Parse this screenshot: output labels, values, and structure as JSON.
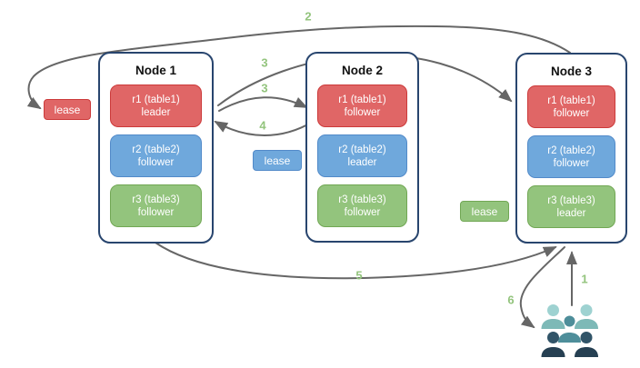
{
  "colors": {
    "red_fill": "#E06666",
    "red_border": "#CC3A3A",
    "blue_fill": "#6FA8DC",
    "blue_border": "#528AC9",
    "green_fill": "#93C47D",
    "green_border": "#71A754",
    "node_border": "#28456E",
    "arrow": "#666666",
    "step_label": "#93C47D",
    "users_light": "#8FC6C4",
    "users_mid": "#4E8E9A",
    "users_dark": "#2B4A5E"
  },
  "nodes": [
    {
      "title": "Node 1",
      "replicas": [
        {
          "range": "r1 (table1)",
          "role": "leader",
          "color": "red"
        },
        {
          "range": "r2 (table2)",
          "role": "follower",
          "color": "blue"
        },
        {
          "range": "r3 (table3)",
          "role": "follower",
          "color": "green"
        }
      ]
    },
    {
      "title": "Node 2",
      "replicas": [
        {
          "range": "r1 (table1)",
          "role": "follower",
          "color": "red"
        },
        {
          "range": "r2 (table2)",
          "role": "leader",
          "color": "blue"
        },
        {
          "range": "r3 (table3)",
          "role": "follower",
          "color": "green"
        }
      ]
    },
    {
      "title": "Node 3",
      "replicas": [
        {
          "range": "r1 (table1)",
          "role": "follower",
          "color": "red"
        },
        {
          "range": "r2 (table2)",
          "role": "follower",
          "color": "blue"
        },
        {
          "range": "r3 (table3)",
          "role": "leader",
          "color": "green"
        }
      ]
    }
  ],
  "leases": [
    {
      "text": "lease",
      "color": "red"
    },
    {
      "text": "lease",
      "color": "blue"
    },
    {
      "text": "lease",
      "color": "green"
    }
  ],
  "steps": {
    "s1": "1",
    "s2": "2",
    "s3a": "3",
    "s3b": "3",
    "s4": "4",
    "s5": "5",
    "s6": "6"
  },
  "icons": {
    "users": "users-group-icon"
  }
}
